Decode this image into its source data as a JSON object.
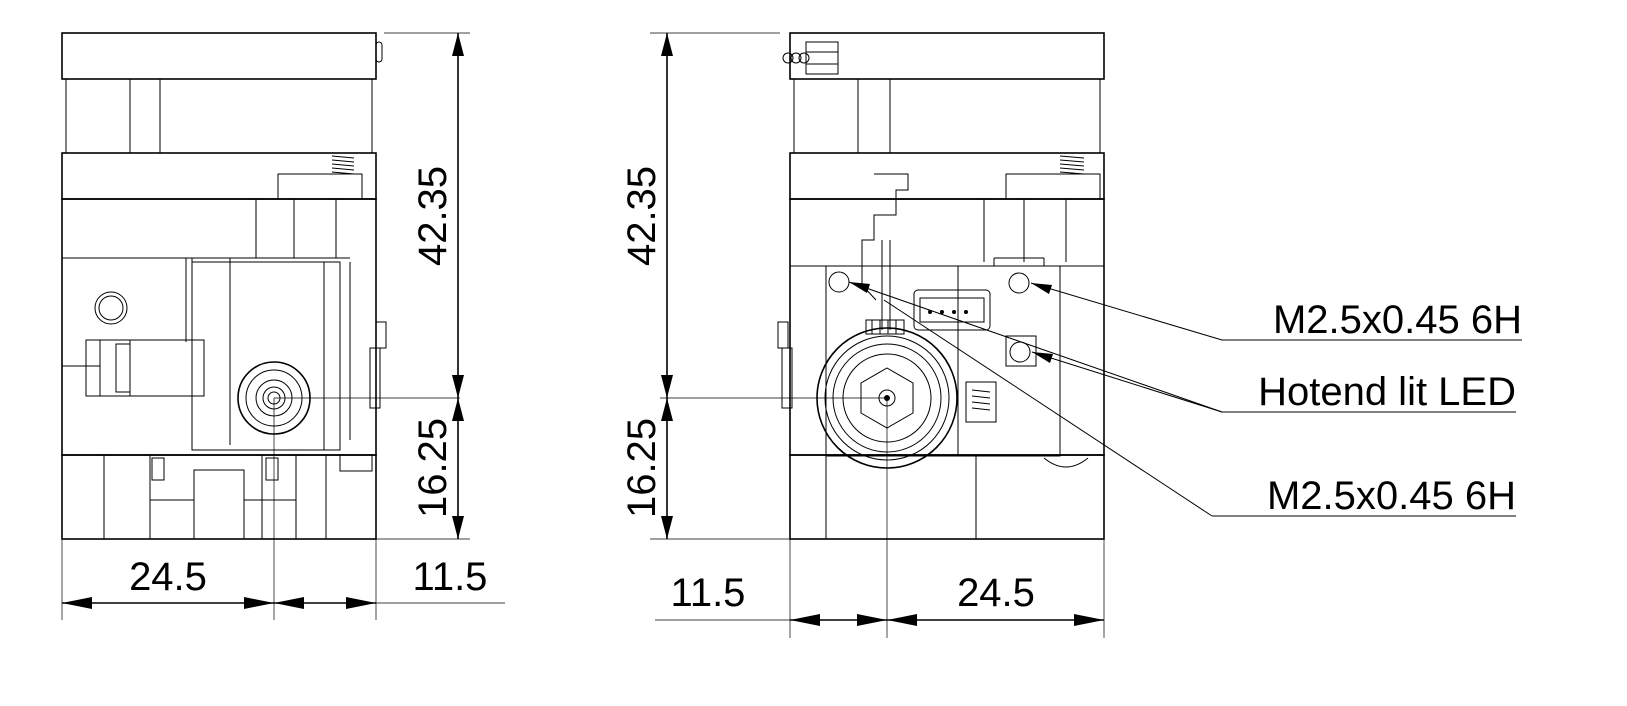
{
  "left_view": {
    "dimensions": {
      "height_top": "42.35",
      "height_bottom": "16.25",
      "width_left": "24.5",
      "width_right": "11.5"
    }
  },
  "right_view": {
    "dimensions": {
      "height_top": "42.35",
      "height_bottom": "16.25",
      "width_left": "11.5",
      "width_right": "24.5"
    },
    "callouts": {
      "thread_top": "M2.5x0.45 6H",
      "led": "Hotend lit LED",
      "thread_bottom": "M2.5x0.45 6H"
    }
  }
}
